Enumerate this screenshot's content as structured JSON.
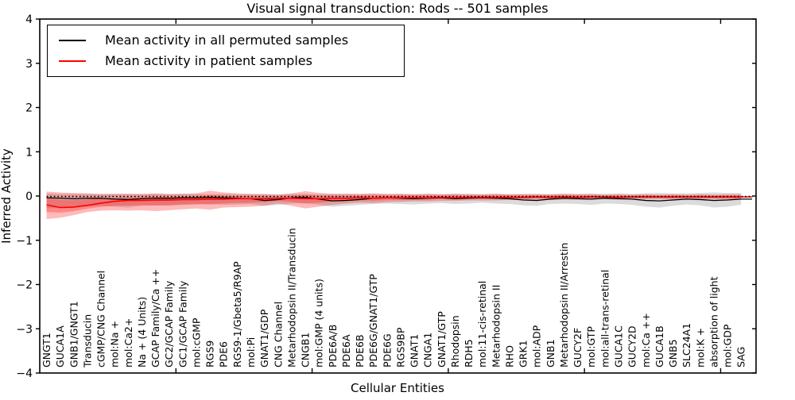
{
  "colors": {
    "permuted_line": "#000000",
    "patient_line": "#ff0000",
    "permuted_band": "rgba(0,0,0,0.14)",
    "patient_band": "rgba(255,0,0,0.27)",
    "frame": "#000000",
    "background": "#ffffff"
  },
  "legend": {
    "items": [
      {
        "label": "Mean activity in all permuted samples",
        "color": "#000000"
      },
      {
        "label": "Mean activity in patient samples",
        "color": "#ff0000"
      }
    ]
  },
  "chart_data": {
    "type": "line",
    "title": "Visual signal transduction: Rods -- 501 samples",
    "xlabel": "Cellular Entities",
    "ylabel": "Inferred Activity",
    "ylim": [
      -4,
      4
    ],
    "yticks": [
      -4,
      -3,
      -2,
      -1,
      0,
      1,
      2,
      3,
      4
    ],
    "grid": false,
    "legend_position": "upper left",
    "x_tick_label_rotation": 90,
    "categories": [
      "GNGT1",
      "GUCA1A",
      "GNB1/GNGT1",
      "Transducin",
      "cGMP/CNG Channel",
      "mol:Na +",
      "mol:Ca2+",
      "Na + (4 Units)",
      "GCAP Family/Ca ++",
      "GC2/GCAP Family",
      "GC1/GCAP Family",
      "mol:cGMP",
      "RGS9",
      "PDE6",
      "RGS9-1/Gbeta5/R9AP",
      "mol:Pi",
      "GNAT1/GDP",
      "CNG Channel",
      "Metarhodopsin II/Transducin",
      "CNGB1",
      "mol:GMP (4 units)",
      "PDE6A/B",
      "PDE6A",
      "PDE6B",
      "PDE6G/GNAT1/GTP",
      "PDE6G",
      "RGS9BP",
      "GNAT1",
      "CNGA1",
      "GNAT1/GTP",
      "Rhodopsin",
      "RDH5",
      "mol:11-cis-retinal",
      "Metarhodopsin II",
      "RHO",
      "GRK1",
      "mol:ADP",
      "GNB1",
      "Metarhodopsin II/Arrestin",
      "GUCY2F",
      "mol:GTP",
      "mol:all-trans-retinal",
      "GUCA1C",
      "GUCY2D",
      "mol:Ca ++",
      "GUCA1B",
      "GNB5",
      "SLC24A1",
      "mol:K +",
      "absorption of light",
      "mol:GDP",
      "SAG"
    ],
    "series": [
      {
        "name": "Mean activity in all permuted samples",
        "color": "#000000",
        "style": "solid",
        "values": [
          -0.04,
          -0.05,
          -0.06,
          -0.05,
          -0.05,
          -0.07,
          -0.08,
          -0.06,
          -0.05,
          -0.05,
          -0.04,
          -0.04,
          -0.03,
          -0.04,
          -0.05,
          -0.06,
          -0.1,
          -0.08,
          -0.04,
          -0.03,
          -0.07,
          -0.11,
          -0.1,
          -0.08,
          -0.05,
          -0.04,
          -0.05,
          -0.06,
          -0.05,
          -0.04,
          -0.06,
          -0.05,
          -0.04,
          -0.05,
          -0.06,
          -0.09,
          -0.1,
          -0.07,
          -0.05,
          -0.06,
          -0.07,
          -0.05,
          -0.06,
          -0.07,
          -0.1,
          -0.11,
          -0.09,
          -0.07,
          -0.08,
          -0.1,
          -0.09,
          -0.07
        ]
      },
      {
        "name": "Mean activity in patient samples",
        "color": "#ff0000",
        "style": "solid",
        "values": [
          -0.2,
          -0.26,
          -0.25,
          -0.21,
          -0.16,
          -0.12,
          -0.1,
          -0.1,
          -0.09,
          -0.09,
          -0.08,
          -0.08,
          -0.07,
          -0.07,
          -0.06,
          -0.06,
          -0.06,
          -0.05,
          -0.05,
          -0.06,
          -0.06,
          -0.05,
          -0.05,
          -0.04,
          -0.05,
          -0.04,
          -0.04,
          -0.04,
          -0.04,
          -0.03,
          -0.04,
          -0.03,
          -0.03,
          -0.03,
          -0.03,
          -0.03,
          -0.02,
          -0.03,
          -0.02,
          -0.03,
          -0.02,
          -0.02,
          -0.03,
          -0.02,
          -0.02,
          -0.02,
          -0.02,
          -0.02,
          -0.02,
          -0.02,
          -0.02,
          -0.02
        ]
      }
    ],
    "baseline": {
      "value": -0.01,
      "style": "dotted",
      "color": "#000000"
    },
    "bands": [
      {
        "name": "permuted-range",
        "color": "rgba(0,0,0,0.14)",
        "upper": [
          0.06,
          0.05,
          0.05,
          0.05,
          0.04,
          0.05,
          0.05,
          0.04,
          0.05,
          0.04,
          0.05,
          0.05,
          0.04,
          0.05,
          0.04,
          0.04,
          0.05,
          0.04,
          0.05,
          0.05,
          0.04,
          0.05,
          0.05,
          0.04,
          0.05,
          0.04,
          0.05,
          0.04,
          0.05,
          0.04,
          0.05,
          0.05,
          0.04,
          0.05,
          0.04,
          0.05,
          0.05,
          0.04,
          0.05,
          0.05,
          0.06,
          0.05,
          0.06,
          0.05,
          0.06,
          0.07,
          0.06,
          0.06,
          0.07,
          0.08,
          0.07,
          0.07
        ],
        "lower": [
          -0.28,
          -0.26,
          -0.25,
          -0.24,
          -0.22,
          -0.24,
          -0.26,
          -0.22,
          -0.21,
          -0.22,
          -0.2,
          -0.19,
          -0.18,
          -0.2,
          -0.19,
          -0.18,
          -0.22,
          -0.2,
          -0.17,
          -0.16,
          -0.2,
          -0.24,
          -0.22,
          -0.2,
          -0.18,
          -0.17,
          -0.18,
          -0.19,
          -0.17,
          -0.16,
          -0.18,
          -0.17,
          -0.15,
          -0.17,
          -0.18,
          -0.21,
          -0.22,
          -0.18,
          -0.17,
          -0.18,
          -0.2,
          -0.17,
          -0.18,
          -0.2,
          -0.24,
          -0.26,
          -0.22,
          -0.19,
          -0.21,
          -0.26,
          -0.24,
          -0.2
        ]
      },
      {
        "name": "patient-range",
        "color": "rgba(255,0,0,0.27)",
        "upper": [
          0.1,
          0.08,
          0.07,
          0.06,
          0.05,
          0.05,
          0.05,
          0.05,
          0.06,
          0.05,
          0.05,
          0.06,
          0.12,
          0.08,
          0.06,
          0.05,
          0.04,
          0.03,
          0.06,
          0.11,
          0.07,
          0.05,
          0.05,
          0.05,
          0.06,
          0.05,
          0.05,
          0.04,
          0.05,
          0.04,
          0.05,
          0.04,
          0.04,
          0.05,
          0.04,
          0.04,
          0.04,
          0.04,
          0.05,
          0.04,
          0.04,
          0.03,
          0.04,
          0.03,
          0.04,
          0.03,
          0.04,
          0.03,
          0.04,
          0.03,
          0.04,
          0.04
        ],
        "lower": [
          -0.52,
          -0.49,
          -0.43,
          -0.36,
          -0.33,
          -0.32,
          -0.33,
          -0.32,
          -0.34,
          -0.32,
          -0.3,
          -0.28,
          -0.31,
          -0.26,
          -0.25,
          -0.24,
          -0.22,
          -0.17,
          -0.22,
          -0.28,
          -0.24,
          -0.2,
          -0.17,
          -0.15,
          -0.16,
          -0.14,
          -0.13,
          -0.12,
          -0.12,
          -0.11,
          -0.11,
          -0.1,
          -0.1,
          -0.1,
          -0.09,
          -0.09,
          -0.08,
          -0.09,
          -0.08,
          -0.08,
          -0.08,
          -0.07,
          -0.08,
          -0.07,
          -0.07,
          -0.07,
          -0.08,
          -0.07,
          -0.07,
          -0.07,
          -0.08,
          -0.08
        ]
      }
    ]
  }
}
